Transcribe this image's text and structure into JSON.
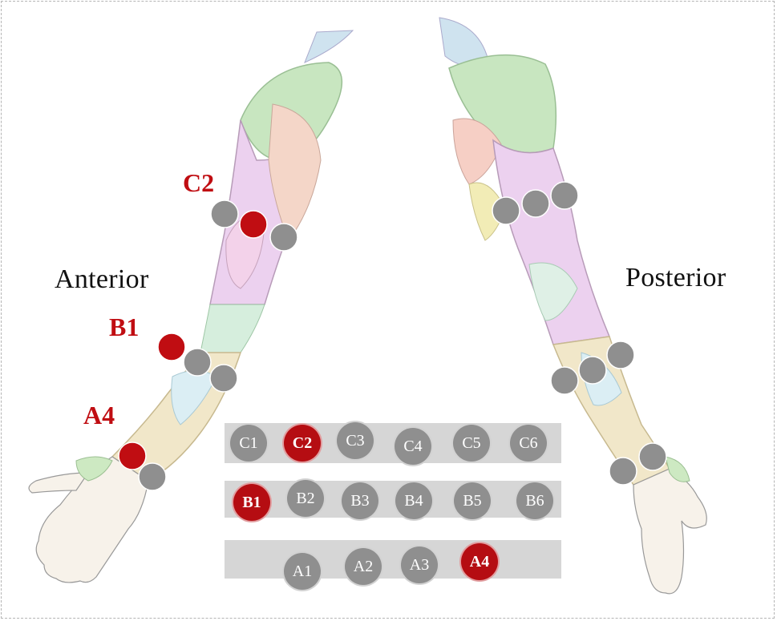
{
  "labels": {
    "anterior": "Anterior",
    "posterior": "Posterior"
  },
  "arm_markers": [
    "C2",
    "B1",
    "A4"
  ],
  "rows": [
    {
      "name": "C",
      "pads": [
        {
          "id": "C1",
          "active": false
        },
        {
          "id": "C2",
          "active": true
        },
        {
          "id": "C3",
          "active": false
        },
        {
          "id": "C4",
          "active": false
        },
        {
          "id": "C5",
          "active": false
        },
        {
          "id": "C6",
          "active": false
        }
      ]
    },
    {
      "name": "B",
      "pads": [
        {
          "id": "B1",
          "active": true
        },
        {
          "id": "B2",
          "active": false
        },
        {
          "id": "B3",
          "active": false
        },
        {
          "id": "B4",
          "active": false
        },
        {
          "id": "B5",
          "active": false
        },
        {
          "id": "B6",
          "active": false
        }
      ]
    },
    {
      "name": "A",
      "pads": [
        {
          "id": "A1",
          "active": false
        },
        {
          "id": "A2",
          "active": false
        },
        {
          "id": "A3",
          "active": false
        },
        {
          "id": "A4",
          "active": true
        }
      ]
    }
  ],
  "colors": {
    "active": "#b50d12",
    "inactive": "#8f8f8f",
    "label_red": "#c00d12"
  }
}
